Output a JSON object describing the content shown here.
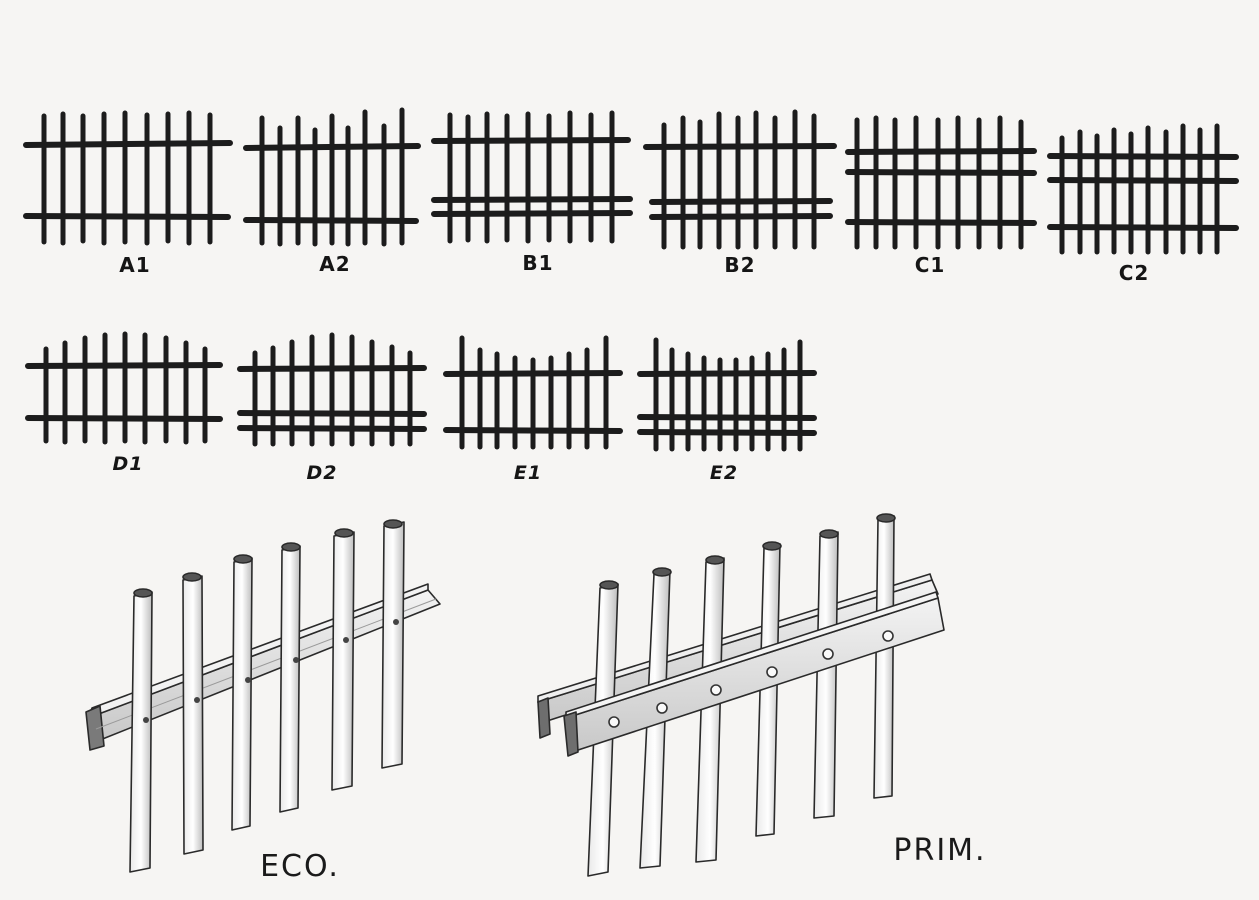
{
  "fence_styles": [
    {
      "code": "A1"
    },
    {
      "code": "A2"
    },
    {
      "code": "B1"
    },
    {
      "code": "B2"
    },
    {
      "code": "C1"
    },
    {
      "code": "C2"
    },
    {
      "code": "D1"
    },
    {
      "code": "D2"
    },
    {
      "code": "E1"
    },
    {
      "code": "E2"
    }
  ],
  "details": {
    "eco_label": "ECO.",
    "prim_label": "PRIM."
  },
  "colors": {
    "paper": "#f6f5f3",
    "pencil": "#1c1c1c",
    "shade": "#8a8a8a"
  }
}
